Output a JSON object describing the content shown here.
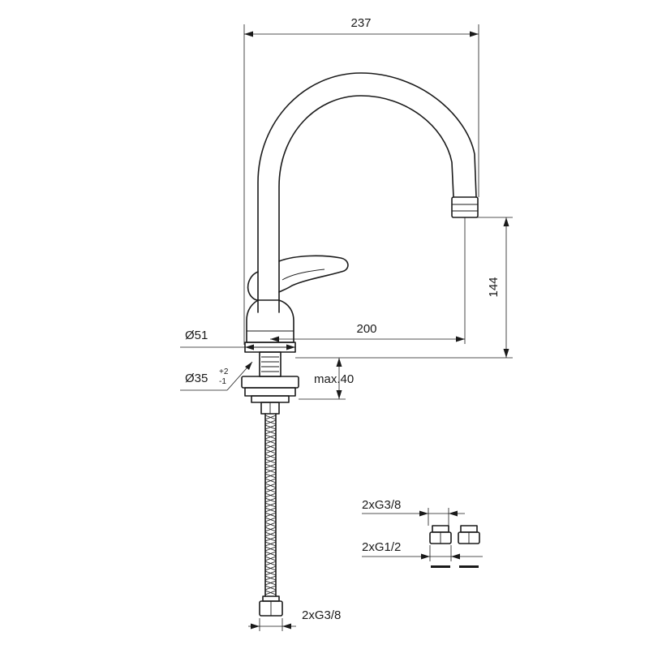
{
  "dimensions": {
    "total_width": "237",
    "spout_height": "144",
    "spout_reach": "200",
    "body_diameter": "Ø51",
    "hole_diameter": "Ø35",
    "hole_tol_plus": "+2",
    "hole_tol_minus": "-1",
    "max_deck": "max.40",
    "hose_connection": "2xG3/8"
  },
  "adapters": {
    "top_label": "2xG3/8",
    "bottom_label": "2xG1/2"
  }
}
